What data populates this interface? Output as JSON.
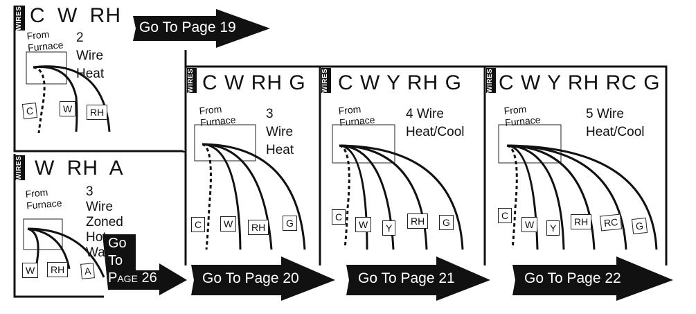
{
  "wires_tag": "WIRES",
  "from_furnace": [
    "From",
    "Furnace"
  ],
  "panels": {
    "p1": {
      "terms": "C  W  RH",
      "desc": [
        "2 Wire",
        "Heat"
      ],
      "labels": [
        "C",
        "W",
        "RH"
      ],
      "goto": "Go To Page 19"
    },
    "p2": {
      "terms": "W  RH  A",
      "desc": [
        "3 Wire",
        "Zoned",
        "Hot Water"
      ],
      "labels": [
        "W",
        "RH",
        "A"
      ],
      "goto_lines": [
        "Go",
        "To"
      ],
      "goto_page_word": "Page",
      "goto_page_num": "26"
    },
    "p3": {
      "terms": "C W RH G",
      "desc": [
        "3 Wire",
        "Heat"
      ],
      "labels": [
        "C",
        "W",
        "RH",
        "G"
      ],
      "goto": "Go To Page 20"
    },
    "p4": {
      "terms": "C W Y RH G",
      "desc": [
        "4 Wire",
        "Heat/Cool"
      ],
      "labels": [
        "C",
        "W",
        "Y",
        "RH",
        "G"
      ],
      "goto": "Go To Page 21"
    },
    "p5": {
      "terms": "C W Y RH RC G",
      "desc": [
        "5 Wire",
        "Heat/Cool"
      ],
      "labels": [
        "C",
        "W",
        "Y",
        "RH",
        "RC",
        "G"
      ],
      "goto": "Go To Page 22"
    }
  }
}
